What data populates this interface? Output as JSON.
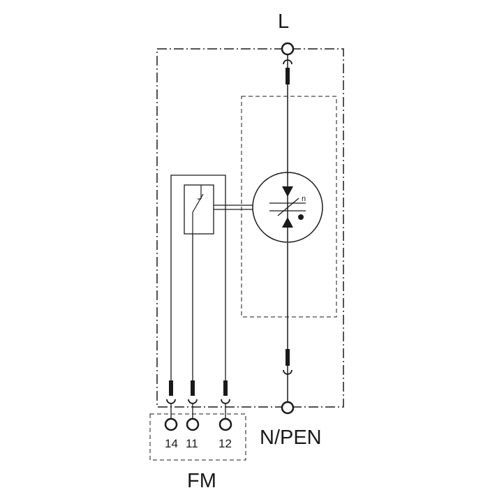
{
  "diagram": {
    "terminal_top_label": "L",
    "terminal_bottom_label": "N/PEN",
    "fm_label": "FM",
    "fm_pins": [
      "14",
      "11",
      "12"
    ],
    "varistor_mark": "n"
  },
  "colors": {
    "line": "#1a1a1a",
    "background": "#ffffff"
  }
}
